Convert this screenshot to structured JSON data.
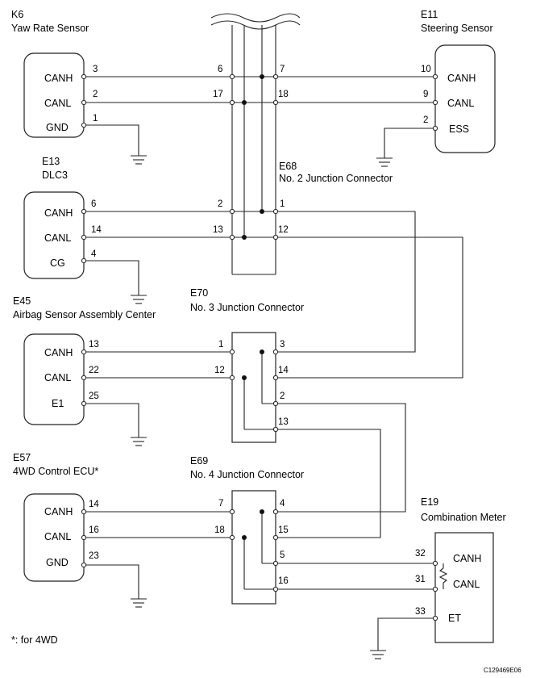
{
  "components": {
    "k6": {
      "code": "K6",
      "name": "Yaw Rate Sensor",
      "signals": [
        "CANH",
        "CANL",
        "GND"
      ],
      "pins": [
        "3",
        "2",
        "1"
      ]
    },
    "e11": {
      "code": "E11",
      "name": "Steering Sensor",
      "signals": [
        "CANH",
        "CANL",
        "ESS"
      ],
      "pins": [
        "10",
        "9",
        "2"
      ]
    },
    "e13": {
      "code": "E13",
      "name": "DLC3",
      "signals": [
        "CANH",
        "CANL",
        "CG"
      ],
      "pins": [
        "6",
        "14",
        "4"
      ]
    },
    "e45": {
      "code": "E45",
      "name": "Airbag Sensor Assembly Center",
      "signals": [
        "CANH",
        "CANL",
        "E1"
      ],
      "pins": [
        "13",
        "22",
        "25"
      ]
    },
    "e57": {
      "code": "E57",
      "name": "4WD Control ECU*",
      "signals": [
        "CANH",
        "CANL",
        "GND"
      ],
      "pins": [
        "14",
        "16",
        "23"
      ]
    },
    "e19": {
      "code": "E19",
      "name": "Combination Meter",
      "signals": [
        "CANH",
        "CANL",
        "ET"
      ],
      "pins": [
        "32",
        "31",
        "33"
      ]
    }
  },
  "connectors": {
    "e68": {
      "code": "E68",
      "name": "No. 2 Junction Connector",
      "pins_left": [
        "6",
        "17",
        "2",
        "13"
      ],
      "pins_right": [
        "7",
        "18",
        "1",
        "12"
      ]
    },
    "e70": {
      "code": "E70",
      "name": "No. 3 Junction Connector",
      "pins_left": [
        "1",
        "12"
      ],
      "pins_right": [
        "3",
        "14",
        "2",
        "13"
      ]
    },
    "e69": {
      "code": "E69",
      "name": "No. 4 Junction Connector",
      "pins_left": [
        "7",
        "18"
      ],
      "pins_right": [
        "4",
        "15",
        "5",
        "16"
      ]
    }
  },
  "footnote": "*: for 4WD",
  "figure_id": "C129469E06",
  "colors": {
    "line": "#222222",
    "background": "#ffffff"
  }
}
